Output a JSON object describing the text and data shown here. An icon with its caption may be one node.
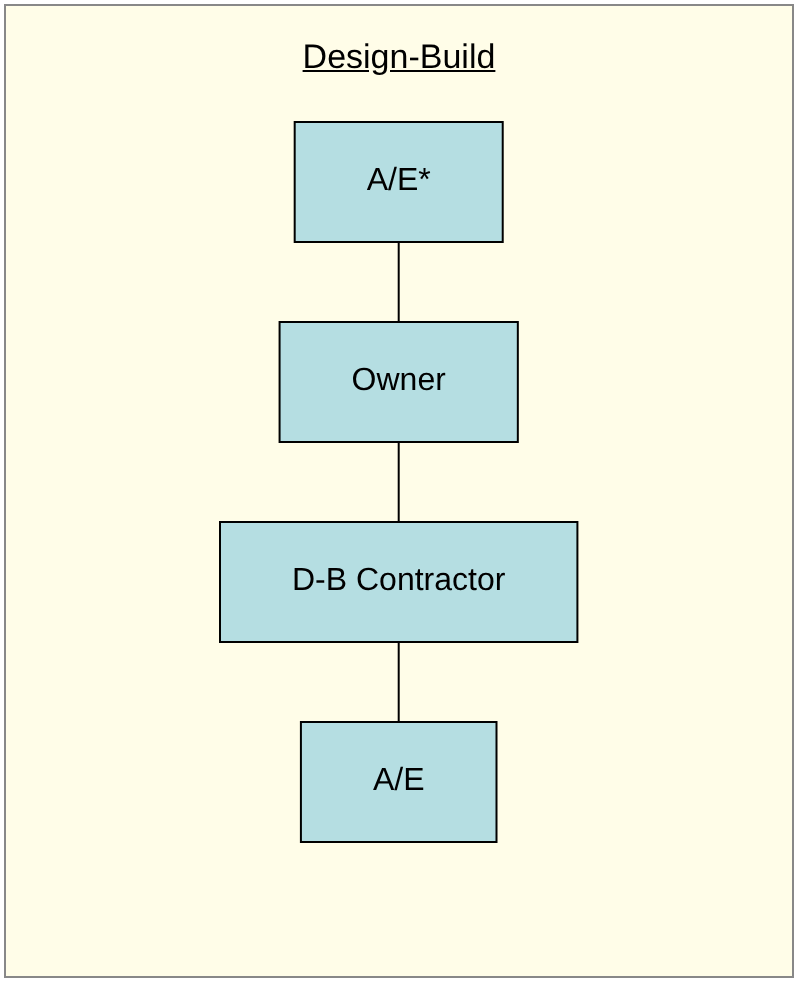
{
  "diagram": {
    "title": "Design-Build",
    "nodes": [
      {
        "text": [
          "A/E*"
        ]
      },
      {
        "text": [
          "Owner"
        ]
      },
      {
        "text": [
          "D-B Contractor"
        ]
      },
      {
        "text": [
          "A/E"
        ]
      }
    ],
    "edges": [
      {
        "from": 0,
        "to": 1,
        "arrow": "none"
      },
      {
        "from": 1,
        "to": 2,
        "arrow": "none"
      },
      {
        "from": 2,
        "to": 3,
        "arrow": "none"
      }
    ]
  }
}
